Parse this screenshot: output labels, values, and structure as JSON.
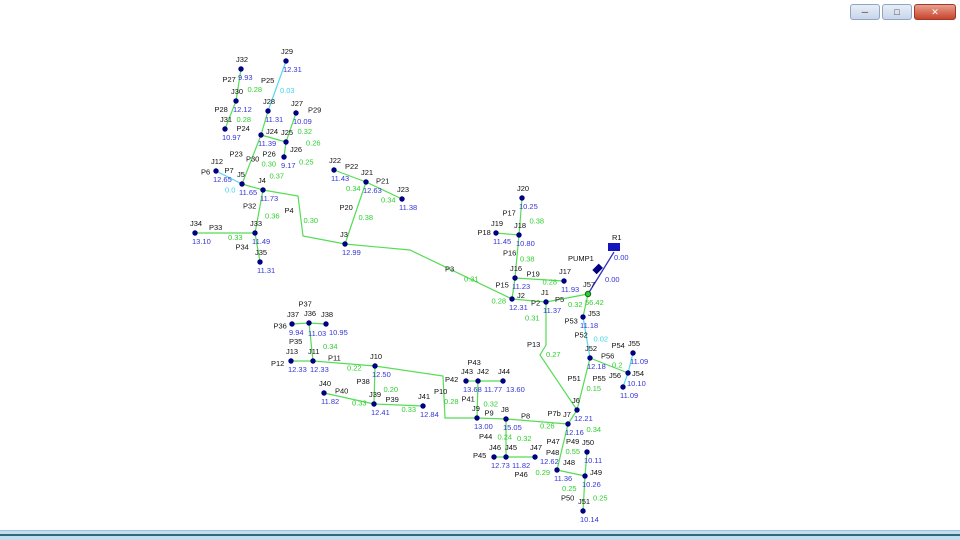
{
  "window": {
    "buttons": [
      "minimize",
      "maximize",
      "close"
    ]
  },
  "colors": {
    "link": "#55dd55",
    "link_low": "#55d8ee",
    "node": "#000080",
    "node_value": "#3535d8",
    "link_value": "#2fcf2f",
    "pump_link": "#3030c0"
  },
  "nodes": [
    {
      "id": "J32",
      "value": "9.93"
    },
    {
      "id": "J29",
      "value": "12.31"
    },
    {
      "id": "J30",
      "value": "12.12"
    },
    {
      "id": "J28",
      "value": "11.31"
    },
    {
      "id": "J27",
      "value": "10.09"
    },
    {
      "id": "J31",
      "value": "10.97"
    },
    {
      "id": "J24",
      "value": "11.39"
    },
    {
      "id": "J25",
      "value": ""
    },
    {
      "id": "J26",
      "value": "9.17"
    },
    {
      "id": "J12",
      "value": "12.65"
    },
    {
      "id": "J5",
      "value": "11.65"
    },
    {
      "id": "J4",
      "value": "11.73"
    },
    {
      "id": "J22",
      "value": "11.43"
    },
    {
      "id": "J21",
      "value": "12.63"
    },
    {
      "id": "J23",
      "value": "11.38"
    },
    {
      "id": "J33",
      "value": "11.49"
    },
    {
      "id": "J34",
      "value": "13.10"
    },
    {
      "id": "J35",
      "value": "11.31"
    },
    {
      "id": "J3",
      "value": "12.99"
    },
    {
      "id": "J20",
      "value": "10.25"
    },
    {
      "id": "J19",
      "value": "11.45"
    },
    {
      "id": "J18",
      "value": "10.80"
    },
    {
      "id": "J16",
      "value": "11.23"
    },
    {
      "id": "J17",
      "value": "11.93"
    },
    {
      "id": "J2",
      "value": "12.31"
    },
    {
      "id": "J1",
      "value": "11.37"
    },
    {
      "id": "J57",
      "value": "56.42"
    },
    {
      "id": "J53",
      "value": "11.18"
    },
    {
      "id": "J37",
      "value": "9.94"
    },
    {
      "id": "J36",
      "value": "11.03"
    },
    {
      "id": "J38",
      "value": "10.95"
    },
    {
      "id": "J13",
      "value": "12.33"
    },
    {
      "id": "J11",
      "value": "12.33"
    },
    {
      "id": "J10",
      "value": "12.50"
    },
    {
      "id": "J40",
      "value": "11.82"
    },
    {
      "id": "J39",
      "value": "12.41"
    },
    {
      "id": "J41",
      "value": "12.84"
    },
    {
      "id": "J43",
      "value": "13.68"
    },
    {
      "id": "J42",
      "value": "11.77"
    },
    {
      "id": "J44",
      "value": "13.60"
    },
    {
      "id": "J9",
      "value": "13.00"
    },
    {
      "id": "J8",
      "value": "15.05"
    },
    {
      "id": "J7",
      "value": "12.16"
    },
    {
      "id": "J6",
      "value": "12.21"
    },
    {
      "id": "J52",
      "value": "12.18"
    },
    {
      "id": "J55",
      "value": "11.09"
    },
    {
      "id": "J54",
      "value": "10.10"
    },
    {
      "id": "J56",
      "value": "11.09"
    },
    {
      "id": "J46",
      "value": "12.73"
    },
    {
      "id": "J45",
      "value": "11.82"
    },
    {
      "id": "J47",
      "value": "12.62"
    },
    {
      "id": "J48",
      "value": "11.36"
    },
    {
      "id": "J50",
      "value": "10.11"
    },
    {
      "id": "J49",
      "value": "10.26"
    },
    {
      "id": "J51",
      "value": "10.14"
    }
  ],
  "reservoir": {
    "id": "R1",
    "value": "0.00"
  },
  "pump": {
    "id": "PUMP1",
    "value": "0.00"
  },
  "links": [
    {
      "id": "P27",
      "value": "0.28"
    },
    {
      "id": "P25",
      "value": "0.03"
    },
    {
      "id": "P28",
      "value": "0.28"
    },
    {
      "id": "P24",
      "value": "0.32"
    },
    {
      "id": "P29",
      "value": "0.26"
    },
    {
      "id": "P26",
      "value": "0.30"
    },
    {
      "id": "P30",
      "value": "0.25"
    },
    {
      "id": "P23",
      "value": "0.37"
    },
    {
      "id": "P6",
      "value": "0.0"
    },
    {
      "id": "P7",
      "value": ""
    },
    {
      "id": "P32",
      "value": "0.36"
    },
    {
      "id": "P33",
      "value": "0.33"
    },
    {
      "id": "P34",
      "value": ""
    },
    {
      "id": "P4",
      "value": "0.30"
    },
    {
      "id": "P20",
      "value": "0.38"
    },
    {
      "id": "P22",
      "value": "0.34"
    },
    {
      "id": "P21",
      "value": "0.34"
    },
    {
      "id": "P3",
      "value": "0.31"
    },
    {
      "id": "P17",
      "value": "0.38"
    },
    {
      "id": "P18",
      "value": ""
    },
    {
      "id": "P16",
      "value": "0.38"
    },
    {
      "id": "P19",
      "value": "0.28"
    },
    {
      "id": "P15",
      "value": "0.28"
    },
    {
      "id": "P2",
      "value": "0.31"
    },
    {
      "id": "P5",
      "value": "0.32"
    },
    {
      "id": "P13",
      "value": "0.27"
    },
    {
      "id": "P53",
      "value": ""
    },
    {
      "id": "P52",
      "value": "0.02"
    },
    {
      "id": "P51",
      "value": "0.15"
    },
    {
      "id": "P56",
      "value": "0.2"
    },
    {
      "id": "P54",
      "value": ""
    },
    {
      "id": "P55",
      "value": ""
    },
    {
      "id": "P7b",
      "value": "0.34"
    },
    {
      "id": "P8",
      "value": "0.26"
    },
    {
      "id": "P9",
      "value": "0.24"
    },
    {
      "id": "P44",
      "value": "0.32"
    },
    {
      "id": "P45",
      "value": ""
    },
    {
      "id": "P46",
      "value": "0.29"
    },
    {
      "id": "P47",
      "value": "0.55"
    },
    {
      "id": "P48",
      "value": "0.25"
    },
    {
      "id": "P50",
      "value": "0.25"
    },
    {
      "id": "P49",
      "value": ""
    },
    {
      "id": "P41",
      "value": "0.32"
    },
    {
      "id": "P42",
      "value": ""
    },
    {
      "id": "P43",
      "value": ""
    },
    {
      "id": "P10",
      "value": "0.28"
    },
    {
      "id": "P11",
      "value": "0.22"
    },
    {
      "id": "P12",
      "value": ""
    },
    {
      "id": "P35",
      "value": "0.34"
    },
    {
      "id": "P36",
      "value": ""
    },
    {
      "id": "P37",
      "value": ""
    },
    {
      "id": "P38",
      "value": "0.20"
    },
    {
      "id": "P40",
      "value": "0.33"
    },
    {
      "id": "P39",
      "value": "0.33"
    }
  ]
}
